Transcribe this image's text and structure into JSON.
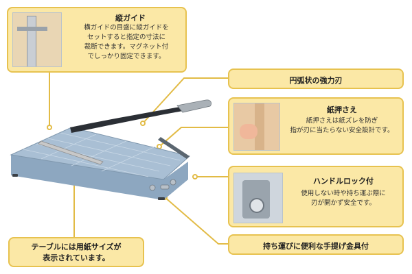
{
  "callouts": {
    "vertical_guide": {
      "title": "縦ガイド",
      "desc": [
        "横ガイドの目盛に縦ガイドを",
        "セットすると指定の寸法に",
        "裁断できます。マグネット付",
        "でしっかり固定できます。"
      ]
    },
    "arc_blade": {
      "title": "円弧状の強力刃"
    },
    "paper_presser": {
      "title": "紙押さえ",
      "desc": [
        "紙押さえは紙ズレを防ぎ",
        "指が刃に当たらない安全設計です。"
      ]
    },
    "handle_lock": {
      "title": "ハンドルロック付",
      "desc": [
        "使用しない時や持ち運ぶ際に",
        "刃が開かず安全です。"
      ]
    },
    "table_sizes": {
      "lines": [
        "テーブルには用紙サイズが",
        "表示されています。"
      ]
    },
    "carry_handle": {
      "title": "持ち運びに便利な手提げ金具付"
    }
  },
  "colors": {
    "callout_fill": "#fbe8a6",
    "callout_border": "#e7c24f",
    "table_blue": "#a9bfd4",
    "blade_dark": "#2b2f35"
  }
}
